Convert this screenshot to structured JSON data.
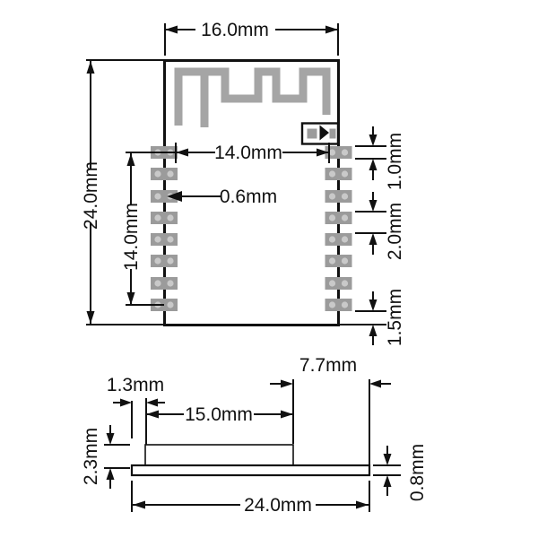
{
  "top_view": {
    "dim_board_width": "16.0mm",
    "dim_board_height": "24.0mm",
    "dim_pad_row_span": "14.0mm",
    "dim_pad_col_span": "14.0mm",
    "dim_hole_diameter": "0.6mm",
    "dim_pad_width": "1.0mm",
    "dim_pad_pitch": "2.0mm",
    "dim_bottom_margin": "1.5mm",
    "pads_per_side": 8
  },
  "side_view": {
    "dim_left_offset": "1.3mm",
    "dim_shield_width": "15.0mm",
    "dim_right_offset": "7.7mm",
    "dim_shield_height": "2.3mm",
    "dim_pcb_thickness": "0.8mm",
    "dim_total_width": "24.0mm"
  },
  "colors": {
    "line": "#111111",
    "pad": "#9b9b9b",
    "pad_hole": "#c9c9c9",
    "antenna": "#a5a5a5"
  }
}
